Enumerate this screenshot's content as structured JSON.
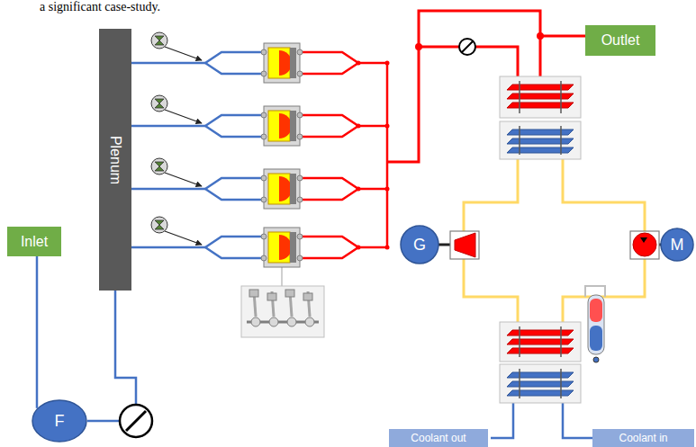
{
  "diagram": {
    "nodes": [
      {
        "text": [
          "Plenum"
        ]
      },
      {
        "text": [
          "Outlet"
        ]
      },
      {
        "text": [
          "Inlet"
        ]
      },
      {
        "text": [
          "G"
        ]
      },
      {
        "text": [
          "M"
        ]
      },
      {
        "text": [
          "F"
        ]
      },
      {
        "text": [
          "Coolant out"
        ]
      },
      {
        "text": [
          "Coolant in"
        ]
      }
    ],
    "edges": [
      {
        "from": 2,
        "to": 5,
        "arrow": "none"
      },
      {
        "from": 5,
        "to": 0,
        "arrow": "none"
      }
    ],
    "labels": [
      "a significant case-study."
    ]
  }
}
